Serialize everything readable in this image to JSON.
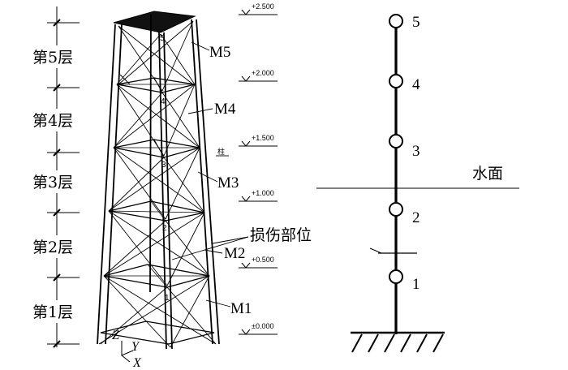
{
  "floors": [
    "第5层",
    "第4层",
    "第3层",
    "第2层",
    "第1层"
  ],
  "elevations": [
    "+2.500",
    "+2.000",
    "+1.500",
    "+1.000",
    "+0.500",
    "±0.000"
  ],
  "members": [
    "M5",
    "M4",
    "M3",
    "M2",
    "M1"
  ],
  "level_numbers": [
    "5",
    "4",
    "3",
    "2",
    "1"
  ],
  "column_tag": "柱",
  "damage_label": "损伤部位",
  "axes": {
    "z": "Z",
    "y": "Y",
    "x": "X"
  },
  "model": {
    "nodes": [
      "5",
      "4",
      "3",
      "2",
      "1"
    ],
    "water_label": "水面"
  }
}
